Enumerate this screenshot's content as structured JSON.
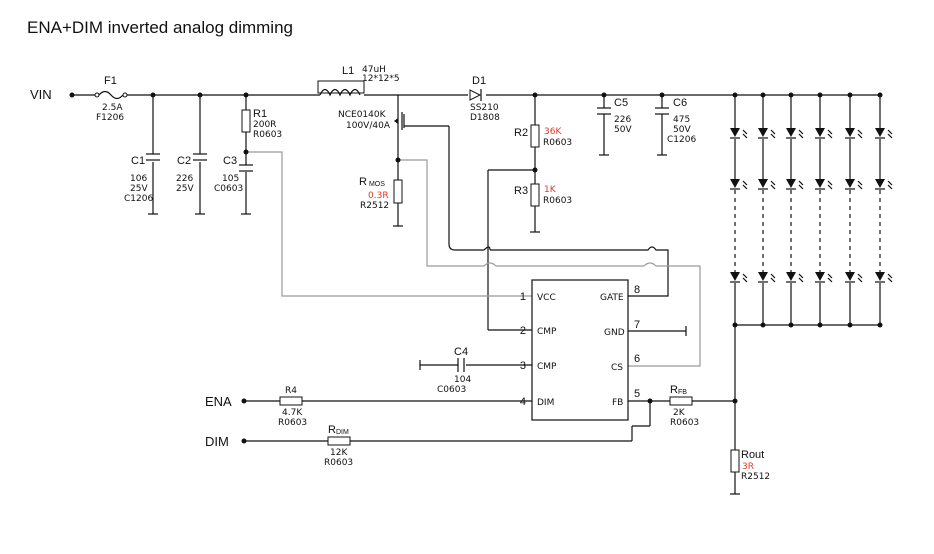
{
  "title": "ENA+DIM inverted analog dimming",
  "nets": {
    "vin": "VIN",
    "ena": "ENA",
    "dim": "DIM"
  },
  "components": {
    "f1": {
      "ref": "F1",
      "value": "2.5A",
      "pkg": "F1206"
    },
    "l1": {
      "ref": "L1",
      "value": "47uH",
      "size": "12*12*5"
    },
    "d1": {
      "ref": "D1",
      "value": "SS210",
      "pkg": "D1808"
    },
    "q1": {
      "part": "NCE0140K",
      "rating": "100V/40A"
    },
    "rmos": {
      "ref": "R",
      "sub": "MOS",
      "value": "0.3R",
      "pkg": "R2512"
    },
    "c1": {
      "ref": "C1",
      "value": "106",
      "voltage": "25V",
      "pkg": "C1206"
    },
    "c2": {
      "ref": "C2",
      "value": "226",
      "voltage": "25V"
    },
    "c3": {
      "ref": "C3",
      "value": "105",
      "pkg": "C0603"
    },
    "r1": {
      "ref": "R1",
      "value": "200R",
      "pkg": "R0603"
    },
    "r2": {
      "ref": "R2",
      "value": "36K",
      "pkg": "R0603"
    },
    "r3": {
      "ref": "R3",
      "value": "1K",
      "pkg": "R0603"
    },
    "c5": {
      "ref": "C5",
      "value": "226",
      "voltage": "50V"
    },
    "c6": {
      "ref": "C6",
      "value": "475",
      "voltage": "50V",
      "pkg": "C1206"
    },
    "c4": {
      "ref": "C4",
      "value": "104",
      "pkg": "C0603"
    },
    "r4": {
      "ref": "R4",
      "value": "4.7K",
      "pkg": "R0603"
    },
    "rdim": {
      "ref": "R",
      "sub": "DIM",
      "value": "12K",
      "pkg": "R0603"
    },
    "rfb": {
      "ref": "R",
      "sub": "FB",
      "value": "2K",
      "pkg": "R0603"
    },
    "rout": {
      "ref": "Rout",
      "value": "3R",
      "pkg": "R2512"
    }
  },
  "ic": {
    "pins": [
      {
        "num": "1",
        "name": "VCC"
      },
      {
        "num": "2",
        "name": "CMP"
      },
      {
        "num": "3",
        "name": "CMP"
      },
      {
        "num": "4",
        "name": "DIM"
      },
      {
        "num": "8",
        "name": "GATE"
      },
      {
        "num": "7",
        "name": "GND"
      },
      {
        "num": "6",
        "name": "CS"
      },
      {
        "num": "5",
        "name": "FB"
      }
    ]
  },
  "colors": {
    "line": "#111111",
    "gray_trace": "#9a9a9a",
    "value_highlight": "#e0372a"
  }
}
